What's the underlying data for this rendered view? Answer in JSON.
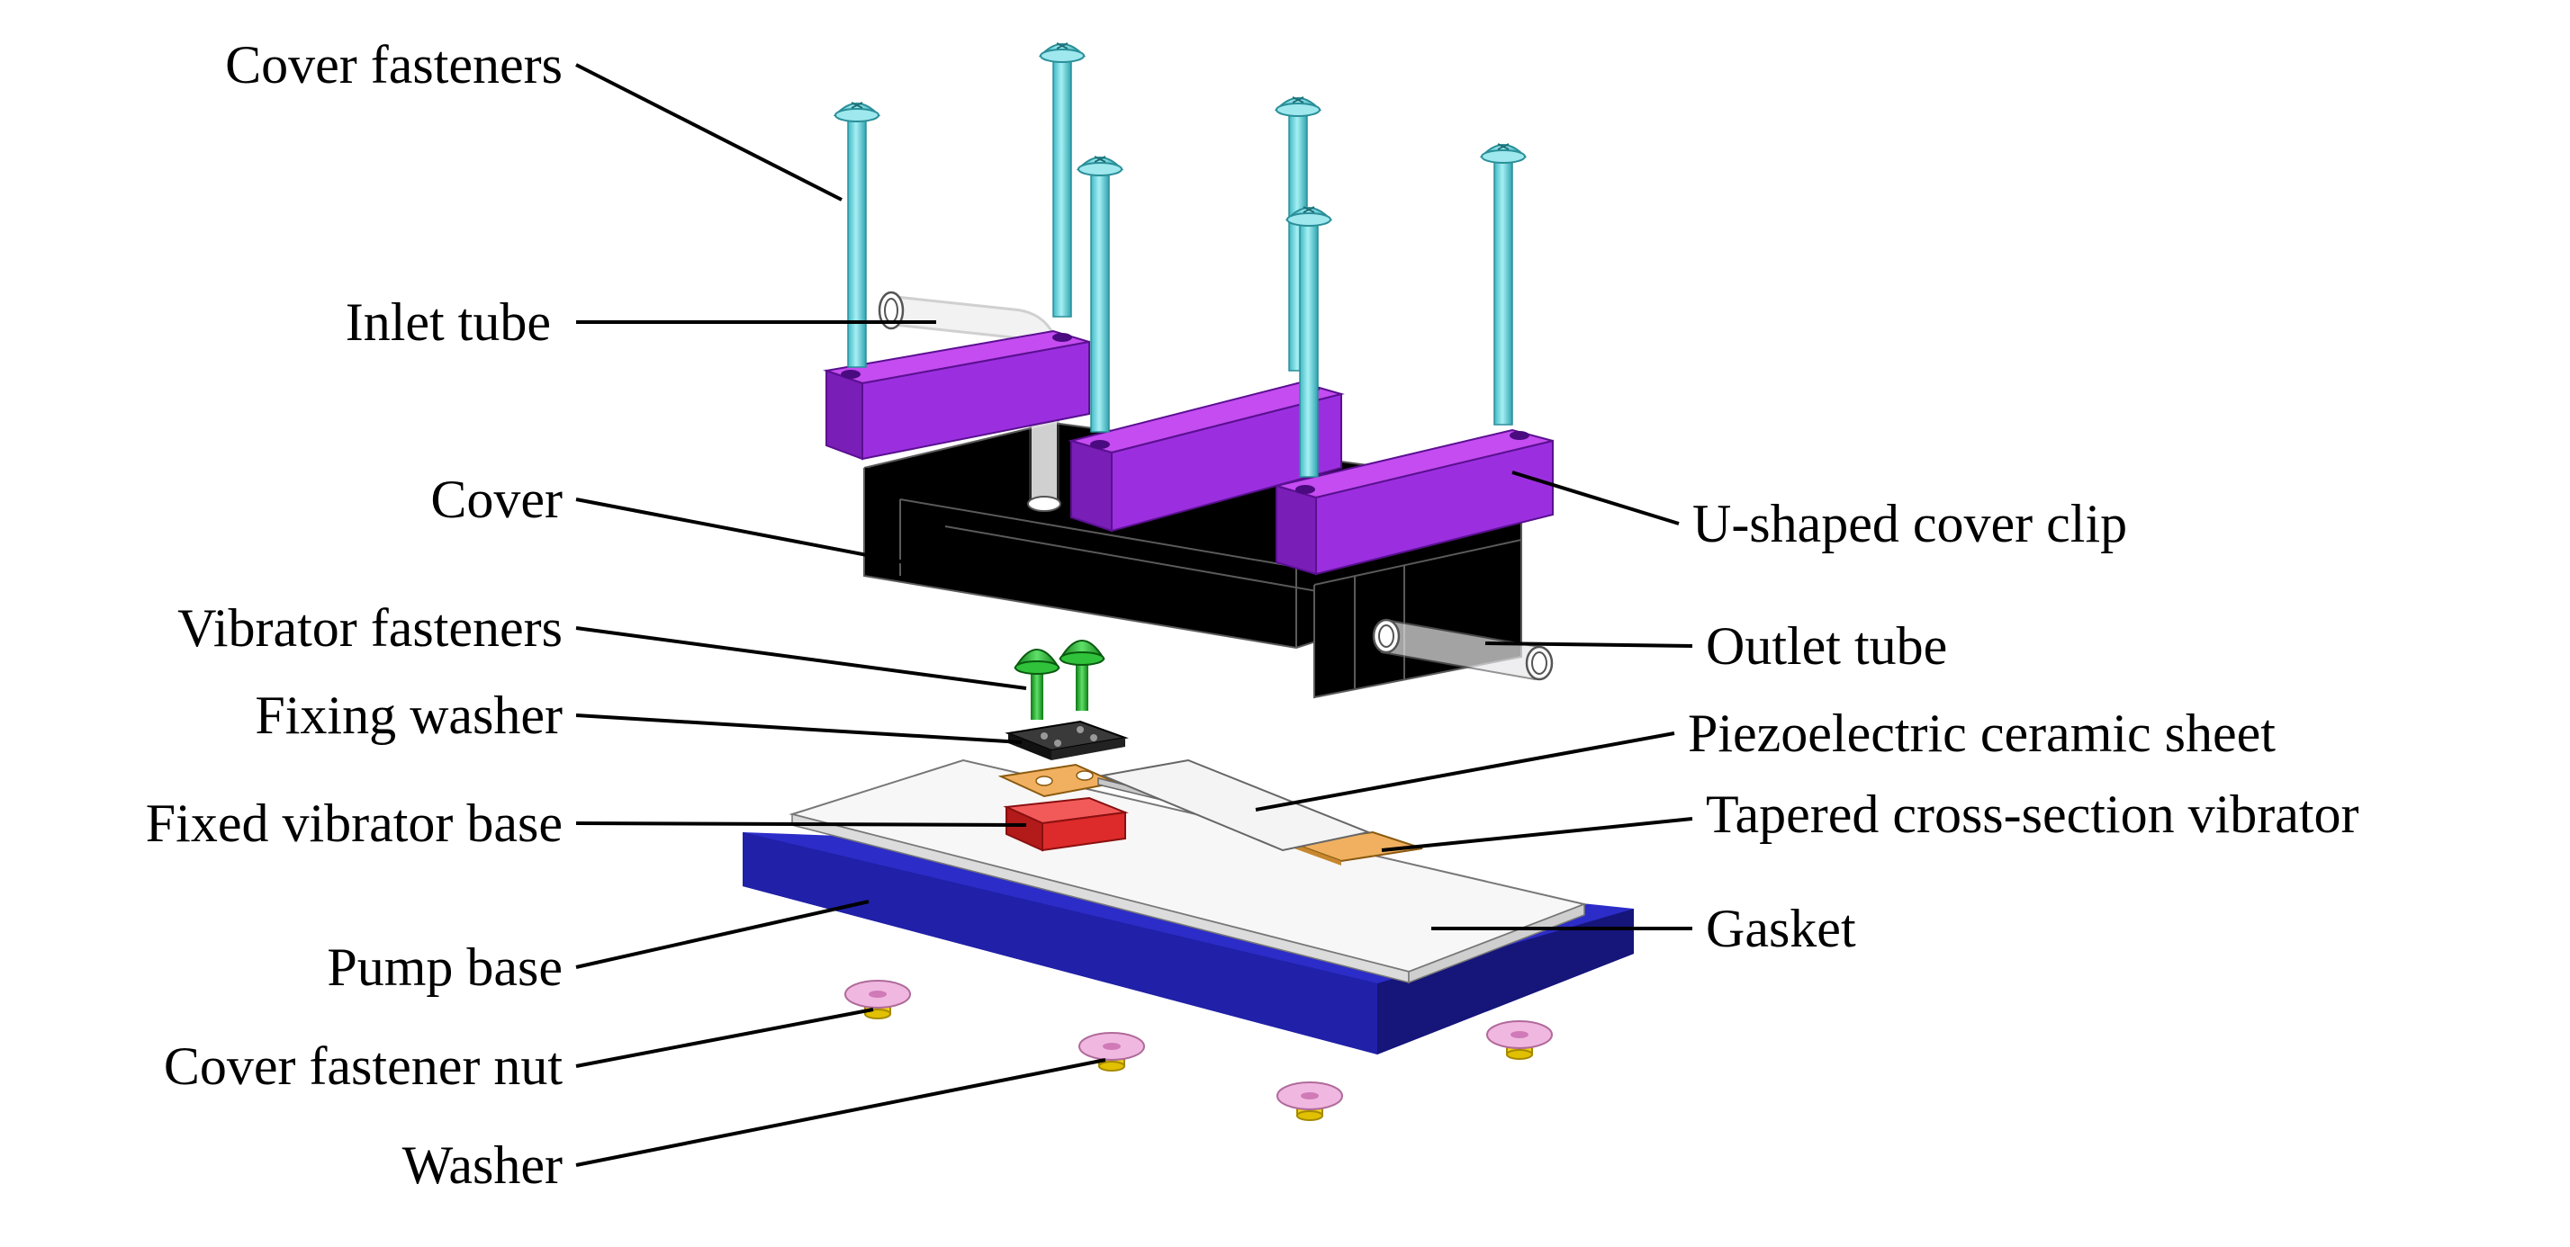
{
  "labels": {
    "cover_fasteners": "Cover fasteners",
    "inlet_tube": "Inlet tube",
    "cover": "Cover",
    "vibrator_fasteners": "Vibrator fasteners",
    "fixing_washer": "Fixing washer",
    "fixed_vibrator_base": "Fixed vibrator base",
    "pump_base": "Pump base",
    "cover_fastener_nut": "Cover fastener nut",
    "washer": "Washer",
    "u_shaped_cover_clip": "U-shaped cover clip",
    "outlet_tube": "Outlet tube",
    "piezoelectric_ceramic_sheet": "Piezoelectric ceramic sheet",
    "tapered_vibrator": "Tapered cross-section vibrator",
    "gasket": "Gasket"
  },
  "colors": {
    "fastener_cyan": "#6fd6de",
    "clip_purple": "#9b2fe0",
    "clip_magenta": "#c44cf0",
    "pump_base_blue": "#1d1d9e",
    "pump_base_top": "#2c2cc8",
    "gasket_white": "#f7f7f7",
    "vibrator_orange": "#f0b060",
    "fixed_base_red": "#dd2a2a",
    "fixing_washer_black": "#222222",
    "vibrator_fastener_green": "#1fae2a",
    "nut_pink": "#f0b8e0",
    "nut_yellow": "#f2d21a"
  }
}
